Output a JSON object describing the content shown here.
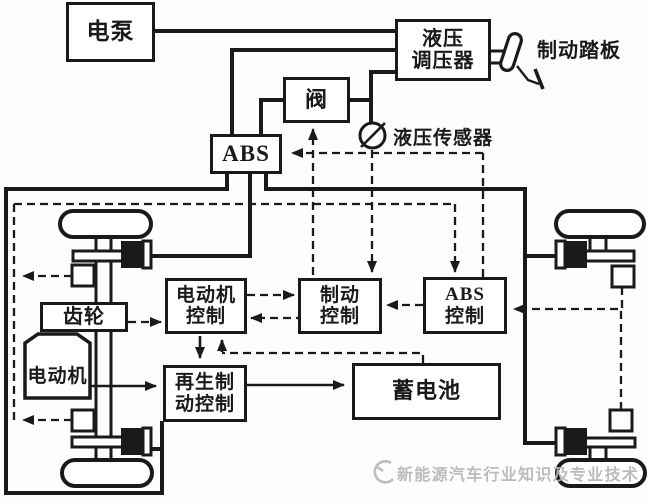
{
  "diagram": {
    "title_note": "EV regenerative + ABS braking system block diagram",
    "boxes": {
      "pump": {
        "label": "电泵"
      },
      "regulator": {
        "line1": "液压",
        "line2": "调压器"
      },
      "valve": {
        "label": "阀"
      },
      "abs_unit": {
        "label": "ABS"
      },
      "motor_control": {
        "line1": "电动机",
        "line2": "控制"
      },
      "brake_control": {
        "line1": "制动",
        "line2": "控制"
      },
      "abs_control": {
        "line1": "ABS",
        "line2": "控制"
      },
      "regen_control": {
        "line1": "再生制",
        "line2": "动控制"
      },
      "battery": {
        "label": "蓄电池"
      },
      "gear": {
        "label": "齿轮"
      },
      "motor": {
        "label": "电动机"
      }
    },
    "labels": {
      "pressure_sensor": "液压传感器",
      "brake_pedal": "制动踏板"
    },
    "watermark": {
      "text": "新能源汽车行业知识及专业技术"
    },
    "icons": {
      "pressure_sensor_gauge": "circle-with-slash",
      "brake_pedal": "tilted-capsule-with-lever",
      "wheel_tire": "stadium-shape",
      "brake_caliper": "black-block",
      "wheel_speed_sensor": "small-square",
      "watermark_logo": "gray-crescent"
    },
    "colors": {
      "line": "#1a1a1a",
      "background": "#fdfdfd",
      "box_fill": "#ffffff",
      "watermark": "#b5b5b5"
    }
  }
}
